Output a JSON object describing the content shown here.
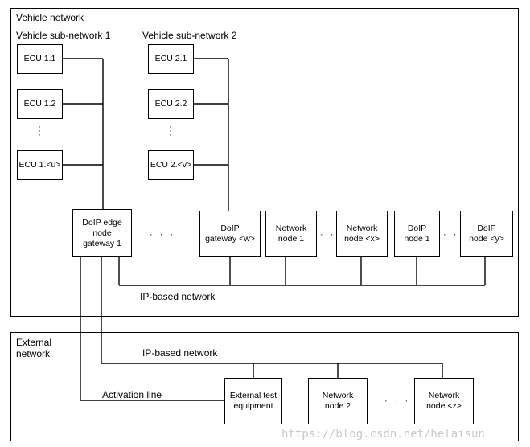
{
  "vehicle_network": {
    "title": "Vehicle network",
    "sub_network_1": {
      "title": "Vehicle sub-network 1",
      "ecus": [
        "ECU 1.1",
        "ECU 1.2",
        "ECU 1.<u>"
      ],
      "ellipsis": "·\n·\n·"
    },
    "sub_network_2": {
      "title": "Vehicle sub-network 2",
      "ecus": [
        "ECU 2.1",
        "ECU 2.2",
        "ECU 2.<v>"
      ],
      "ellipsis": "·\n·\n·"
    },
    "edge_gateway": "DoIP edge\nnode\ngateway  1",
    "gateway_w": "DoIP\ngateway <w>",
    "network_node_1": "Network\nnode 1",
    "network_node_x": "Network\nnode <x>",
    "doip_node_1": "DoIP\nnode 1",
    "doip_node_y": "DoIP\nnode <y>",
    "ip_network_label": "IP-based network",
    "hdots": "· · ·"
  },
  "external_network": {
    "title": "External\nnetwork",
    "ip_network_label": "IP-based network",
    "activation_line_label": "Activation line",
    "test_equipment": "External test\nequipment",
    "network_node_2": "Network\nnode 2",
    "network_node_z": "Network\nnode <z>",
    "hdots": "· · ·"
  },
  "watermark": "https://blog.csdn.net/helaisun"
}
